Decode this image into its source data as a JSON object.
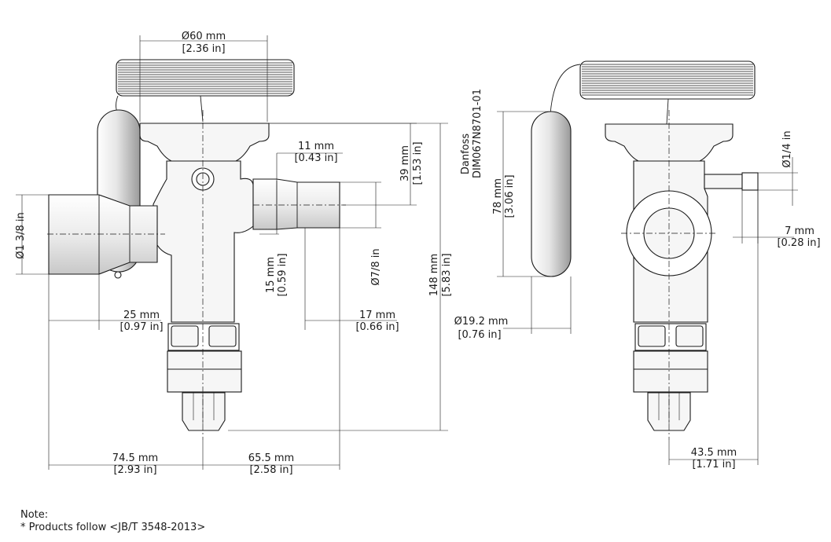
{
  "dimensions": {
    "top_diameter": {
      "mm": "Ø60 mm",
      "in": "[2.36 in]"
    },
    "outlet_diameter": {
      "mm": "11 mm",
      "in": "[0.43 in]"
    },
    "height_39": {
      "mm": "39 mm",
      "in": "[1.53 in]"
    },
    "height_148": {
      "mm": "148 mm",
      "in": "[5.83 in]"
    },
    "inlet_left": {
      "label": "Ø1 3/8 in"
    },
    "inlet_right": {
      "label": "Ø7/8 in"
    },
    "offset_15": {
      "mm": "15 mm",
      "in": "[0.59 in]"
    },
    "length_25": {
      "mm": "25 mm",
      "in": "[0.97 in]"
    },
    "length_17": {
      "mm": "17 mm",
      "in": "[0.66 in]"
    },
    "width_745": {
      "mm": "74.5 mm",
      "in": "[2.93 in]"
    },
    "width_655": {
      "mm": "65.5 mm",
      "in": "[2.58 in]"
    },
    "bulb_78": {
      "mm": "78 mm",
      "in": "[3.06 in]"
    },
    "bulb_dia": {
      "mm": "Ø19.2 mm",
      "in": "[0.76 in]"
    },
    "equalizer": {
      "label": "Ø1/4 in"
    },
    "equalizer_7": {
      "mm": "7 mm",
      "in": "[0.28 in]"
    },
    "width_435": {
      "mm": "43.5 mm",
      "in": "[1.71 in]"
    }
  },
  "title_block": {
    "brand": "Danfoss",
    "code": "DIM067N8701-01"
  },
  "notes": {
    "heading": "Note:",
    "line1": "* Products follow <JB/T 3548-2013>"
  }
}
